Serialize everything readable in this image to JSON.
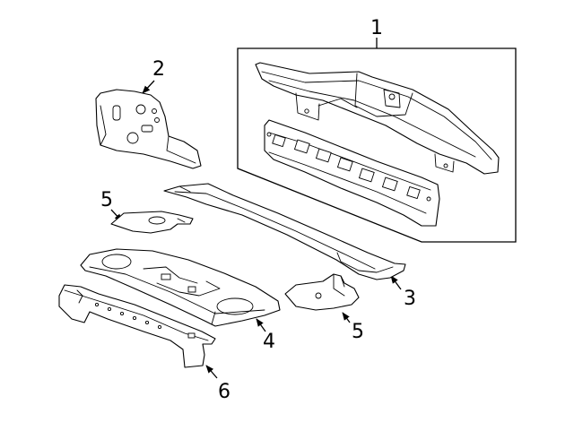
{
  "callouts": {
    "c1": "1",
    "c2": "2",
    "c3": "3",
    "c4": "4",
    "c5a": "5",
    "c5b": "5",
    "c6": "6"
  },
  "colors": {
    "line": "#000000",
    "background": "#ffffff"
  }
}
